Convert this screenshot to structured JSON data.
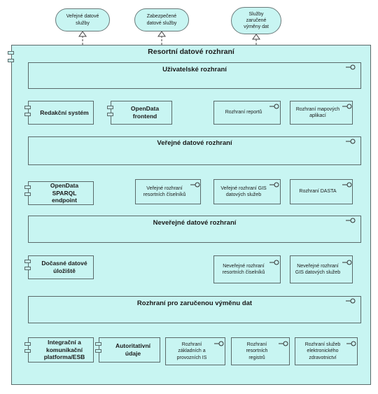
{
  "services": [
    {
      "label": "Veřejné datové\nslužby"
    },
    {
      "label": "Zabezpečené\ndatové služby"
    },
    {
      "label": "Služby\nzaručené\nvýměny dat"
    }
  ],
  "main": {
    "title": "Resortní datové rozhraní"
  },
  "bands": [
    {
      "title": "Uživatelské rozhraní"
    },
    {
      "title": "Veřejné datové rozhraní"
    },
    {
      "title": "Neveřejné datové rozhraní"
    },
    {
      "title": "Rozhraní pro zaručenou výměnu dat"
    }
  ],
  "components": [
    {
      "label": "Redakční systém"
    },
    {
      "label": "OpenData\nfrontend"
    },
    {
      "label": "OpenData\nSPARQL\nendpoint"
    },
    {
      "label": "Dočasné datové\núložiště"
    },
    {
      "label": "Integrační a\nkomunikační\nplatforma/ESB"
    },
    {
      "label": "Autoritativní\núdaje"
    }
  ],
  "interfaces": [
    {
      "label": "Rozhraní reportů"
    },
    {
      "label": "Rozhraní mapových\naplikací"
    },
    {
      "label": "Veřejné rozhraní\nresortních číselníků"
    },
    {
      "label": "Veřejné rozhraní GIS\ndatových služeb"
    },
    {
      "label": "Rozhraní DASTA"
    },
    {
      "label": "Neveřejné rozhraní\nresortních číselníků"
    },
    {
      "label": "Neveřejné rozhraní\nGIS datových služeb"
    },
    {
      "label": "Rozhraní\nzákladních a\nprovozních IS"
    },
    {
      "label": "Rozhraní\nresortních\nregistrů"
    },
    {
      "label": "Rozhraní služeb\nelektronického\nzdravotnictví"
    }
  ]
}
